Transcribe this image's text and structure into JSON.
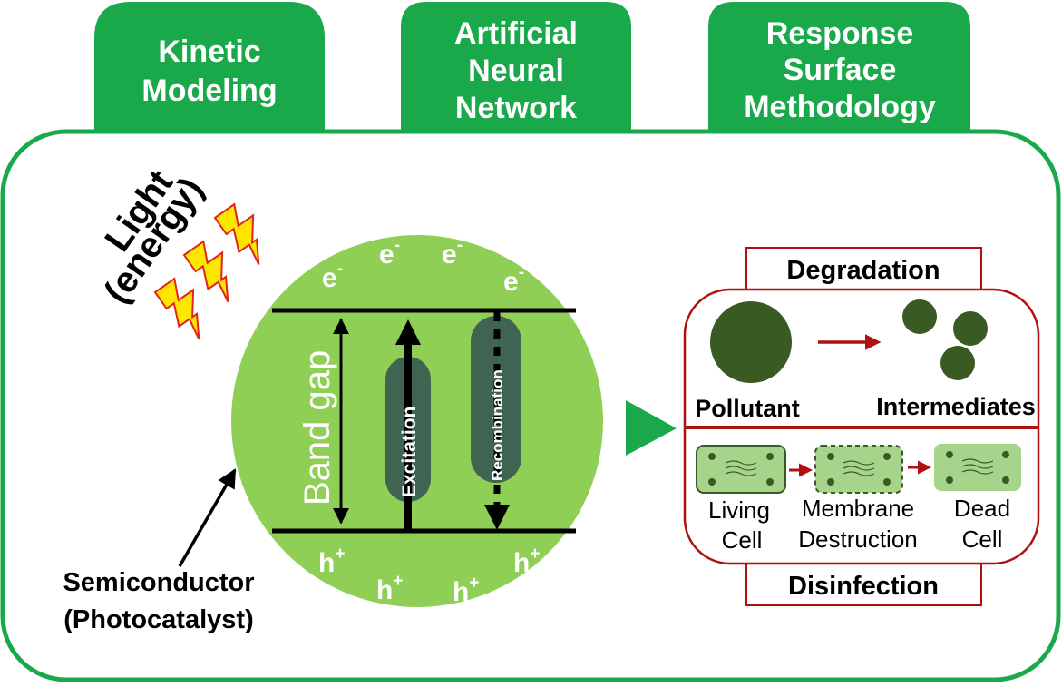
{
  "tabs": [
    {
      "lines": [
        "Kinetic",
        "Modeling"
      ]
    },
    {
      "lines": [
        "Artificial",
        "Neural",
        "Network"
      ]
    },
    {
      "lines": [
        "Response",
        "Surface",
        "Methodology"
      ]
    }
  ],
  "light": {
    "line1": "Light",
    "line2": "(energy)"
  },
  "semiconductor": {
    "line1": "Semiconductor",
    "line2": "(Photocatalyst)"
  },
  "band": {
    "band_gap": "Band gap",
    "excitation": "Excitation",
    "recombination": "Recombination",
    "electron": "e",
    "electron_sup": "-",
    "hole": "h",
    "hole_sup": "+"
  },
  "degradation": {
    "title": "Degradation",
    "pollutant": "Pollutant",
    "intermediates": "Intermediates"
  },
  "disinfection": {
    "title": "Disinfection",
    "living": [
      "Living",
      "Cell"
    ],
    "membrane": [
      "Membrane",
      "Destruction"
    ],
    "dead": [
      "Dead",
      "Cell"
    ]
  },
  "colors": {
    "brand_green": "#19a94a",
    "circle_green": "#8fcf55",
    "dark_green": "#3a5a24",
    "pill": "#3f6552",
    "dark_red": "#b01010",
    "cell_fill": "#a6d48a"
  }
}
